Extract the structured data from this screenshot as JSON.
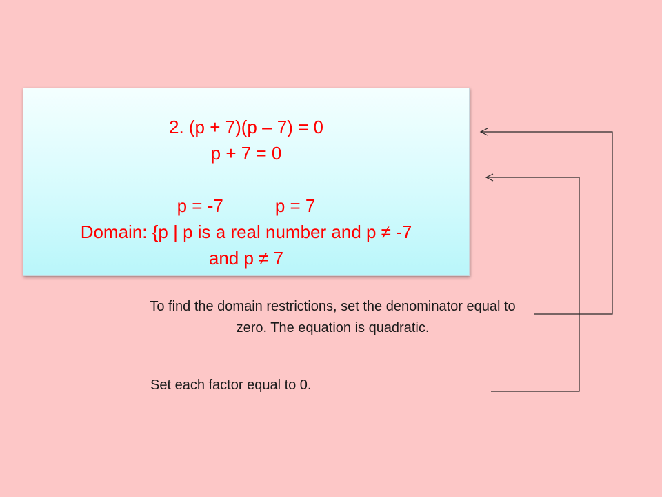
{
  "math": {
    "line1": "2. (p + 7)(p – 7) = 0",
    "line2": "p + 7 = 0",
    "line3a": "p = -7",
    "line3b": "p = 7",
    "line4": "Domain: {p | p is a real number and p ≠ -7",
    "line5": "and p ≠ 7"
  },
  "notes": {
    "domain_note": "To find the domain restrictions, set the denominator equal to zero.  The equation is quadratic.",
    "factor_note": "Set each factor equal to 0."
  },
  "colors": {
    "background": "#fdc7c7",
    "math_text": "#ff0000",
    "note_text": "#1a1a1a",
    "connector": "#2a2a2a"
  }
}
